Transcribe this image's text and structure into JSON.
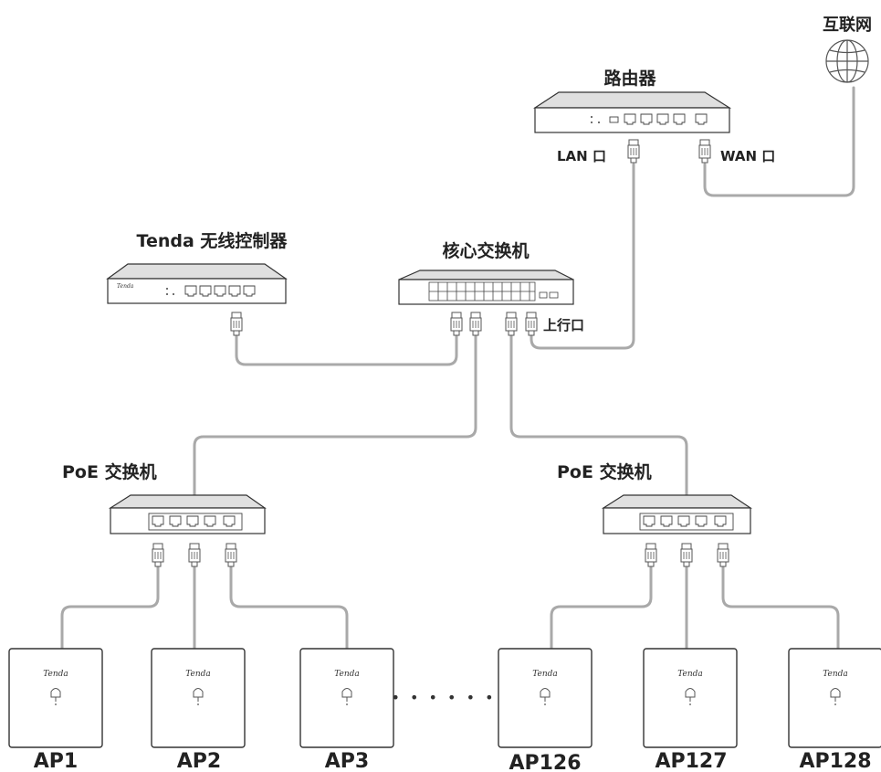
{
  "labels": {
    "internet": "互联网",
    "router": "路由器",
    "lan_port": "LAN 口",
    "wan_port": "WAN 口",
    "controller": "Tenda 无线控制器",
    "core_switch": "核心交换机",
    "uplink_port": "上行口",
    "poe_switch_left": "PoE 交换机",
    "poe_switch_right": "PoE 交换机"
  },
  "brand": {
    "ap_logo": "Tenda",
    "controller_logo": "Tenda"
  },
  "aps": [
    "AP1",
    "AP2",
    "AP3",
    "AP126",
    "AP127",
    "AP128"
  ],
  "ellipsis": "• • • • • •",
  "colors": {
    "cable": "#a9a9a9",
    "device_stroke": "#333333",
    "device_fill": "#ffffff",
    "device_top": "#d9d9d9",
    "text": "#222222"
  }
}
